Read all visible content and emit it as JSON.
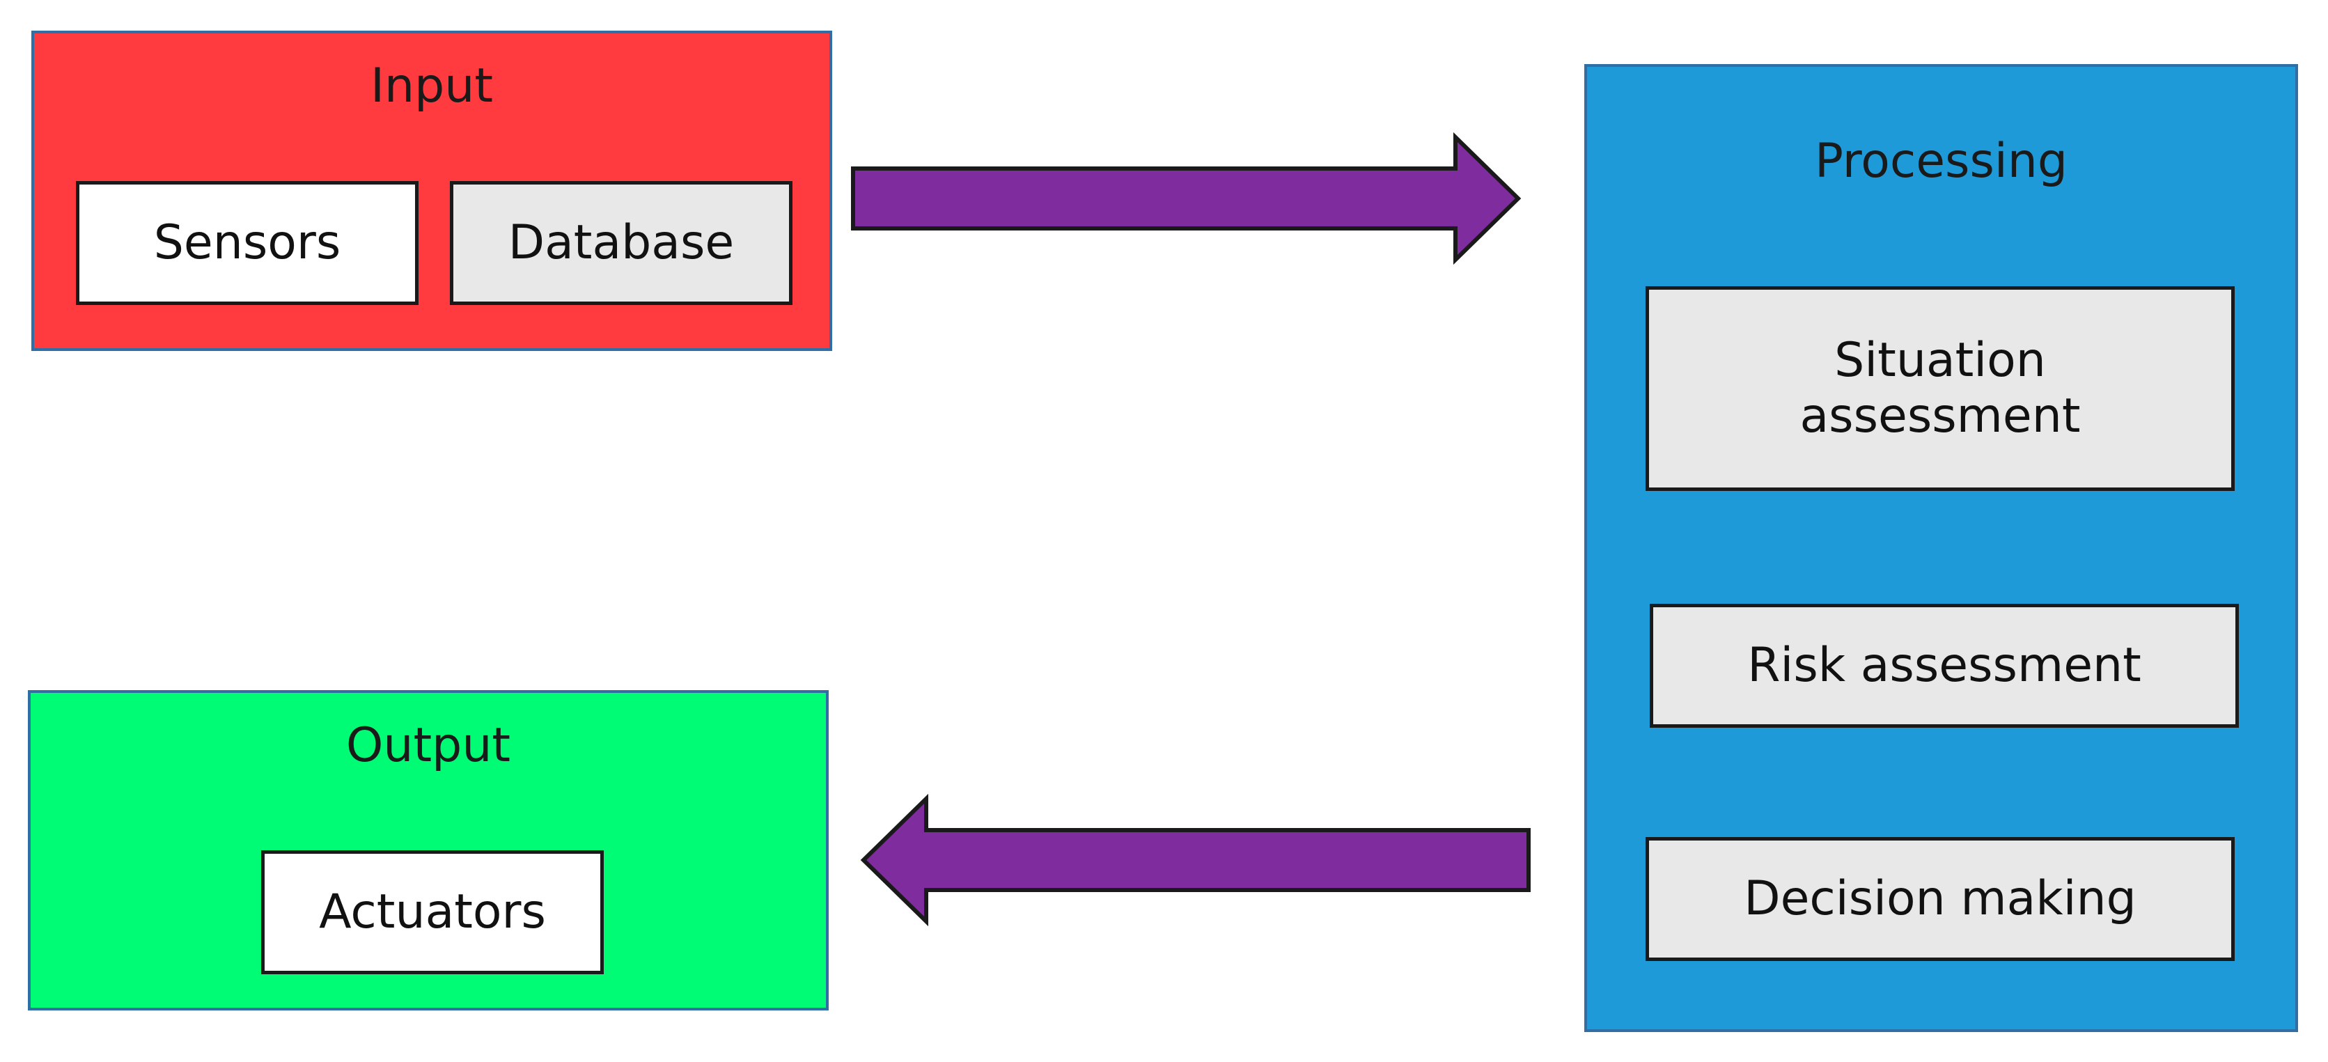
{
  "input": {
    "title": "Input",
    "color": "#ff3b3f",
    "items": [
      {
        "label": "Sensors",
        "fill": "#ffffff"
      },
      {
        "label": "Database",
        "fill": "#e8e8e8"
      }
    ]
  },
  "processing": {
    "title": "Processing",
    "color": "#1e9ad9",
    "items": [
      {
        "label": "Situation\nassessment",
        "fill": "#e8e8e8"
      },
      {
        "label": "Risk assessment",
        "fill": "#e8e8e8"
      },
      {
        "label": "Decision making",
        "fill": "#e8e8e8"
      }
    ]
  },
  "output": {
    "title": "Output",
    "color": "#00fc74",
    "items": [
      {
        "label": "Actuators",
        "fill": "#ffffff"
      }
    ]
  },
  "arrows": {
    "color": "#7f2c9f",
    "outline": "#1a1a1a"
  }
}
